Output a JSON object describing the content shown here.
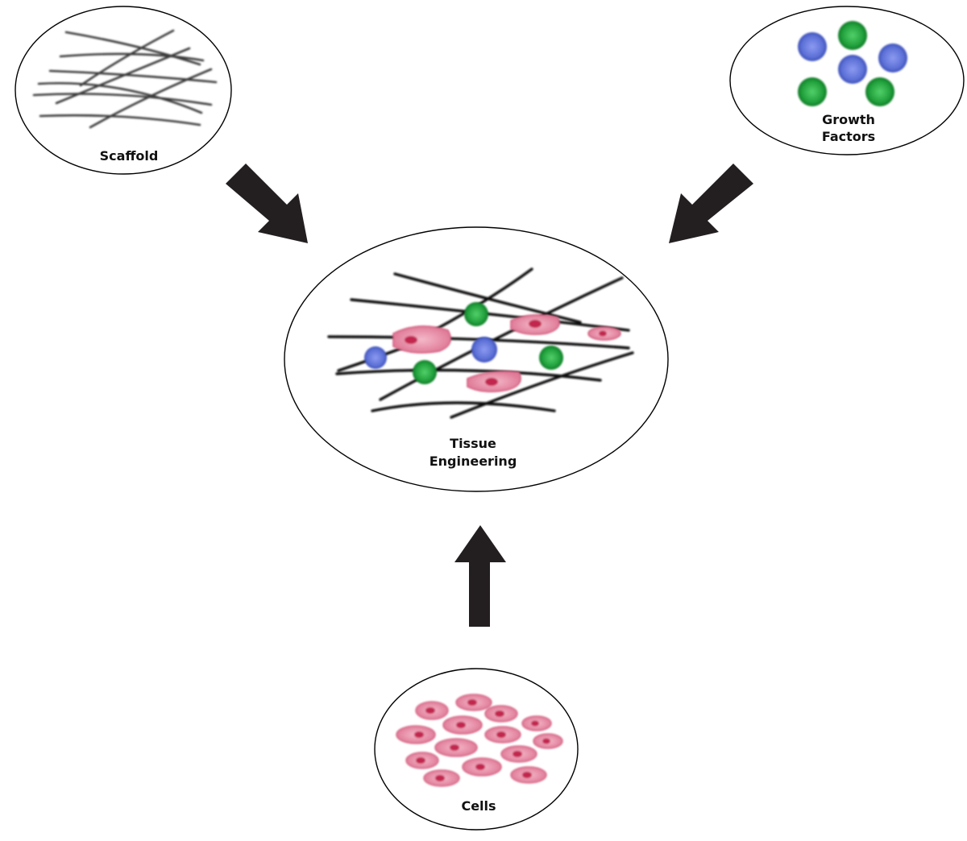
{
  "nodes": {
    "scaffold": {
      "label": "Scaffold"
    },
    "growth_factors": {
      "label_line1": "Growth",
      "label_line2": "Factors"
    },
    "tissue_engineering": {
      "label_line1": "Tissue",
      "label_line2": "Engineering"
    },
    "cells": {
      "label": "Cells"
    }
  },
  "colors": {
    "outline": "#000000",
    "arrow": "#231f20",
    "growth_factor_blue": "#5b6fd6",
    "growth_factor_green": "#1f9e3a",
    "cell_body": "#e58ba5",
    "cell_nucleus": "#c2274f"
  },
  "arrows": [
    {
      "from": "scaffold",
      "to": "tissue_engineering"
    },
    {
      "from": "growth_factors",
      "to": "tissue_engineering"
    },
    {
      "from": "cells",
      "to": "tissue_engineering"
    }
  ]
}
